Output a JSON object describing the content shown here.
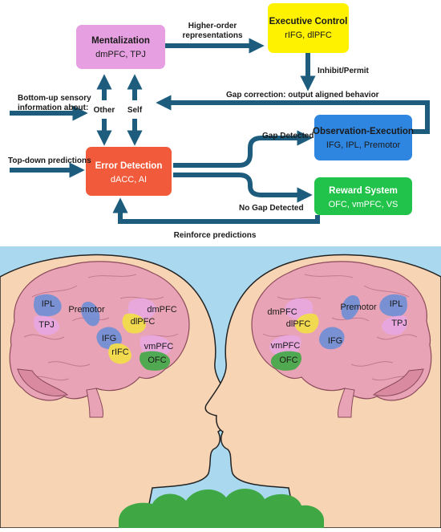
{
  "flow": {
    "mentalization": {
      "title": "Mentalization",
      "regions": "dmPFC, TPJ"
    },
    "executive": {
      "title": "Executive Control",
      "regions": "rIFG, dlPFC"
    },
    "error": {
      "title": "Error Detection",
      "regions": "dACC, AI"
    },
    "observation": {
      "title": "Observation-Execution",
      "regions": "IFG, IPL, Premotor"
    },
    "reward": {
      "title": "Reward System",
      "regions": "OFC, vmPFC, VS"
    },
    "labels": {
      "higher_order_1": "Higher-order",
      "higher_order_2": "representations",
      "inhibit": "Inhibit/Permit",
      "gap_correction": "Gap correction: output aligned behavior",
      "bottom_up_1": "Bottom-up sensory",
      "bottom_up_2": "information about:",
      "other": "Other",
      "self": "Self",
      "top_down": "Top-down predictions",
      "gap_detected": "Gap Detected",
      "no_gap": "No Gap Detected",
      "reinforce": "Reinforce predictions"
    }
  },
  "brains": {
    "left": [
      "IPL",
      "TPJ",
      "Premotor",
      "dmPFC",
      "dlPFC",
      "IFG",
      "rIFC",
      "vmPFC",
      "OFC"
    ],
    "right": [
      "IPL",
      "TPJ",
      "Premotor",
      "dmPFC",
      "dlPFC",
      "IFG",
      "vmPFC",
      "OFC"
    ]
  },
  "colors": {
    "mentalization": "#e6a0e1",
    "executive": "#fff200",
    "error": "#f15a3a",
    "observation": "#2f86e0",
    "reward": "#22c34a",
    "arrow": "#1d5c7d",
    "sky": "#a9d8ef",
    "skin": "#f7d4b4",
    "brain": "#e9a3b6"
  }
}
